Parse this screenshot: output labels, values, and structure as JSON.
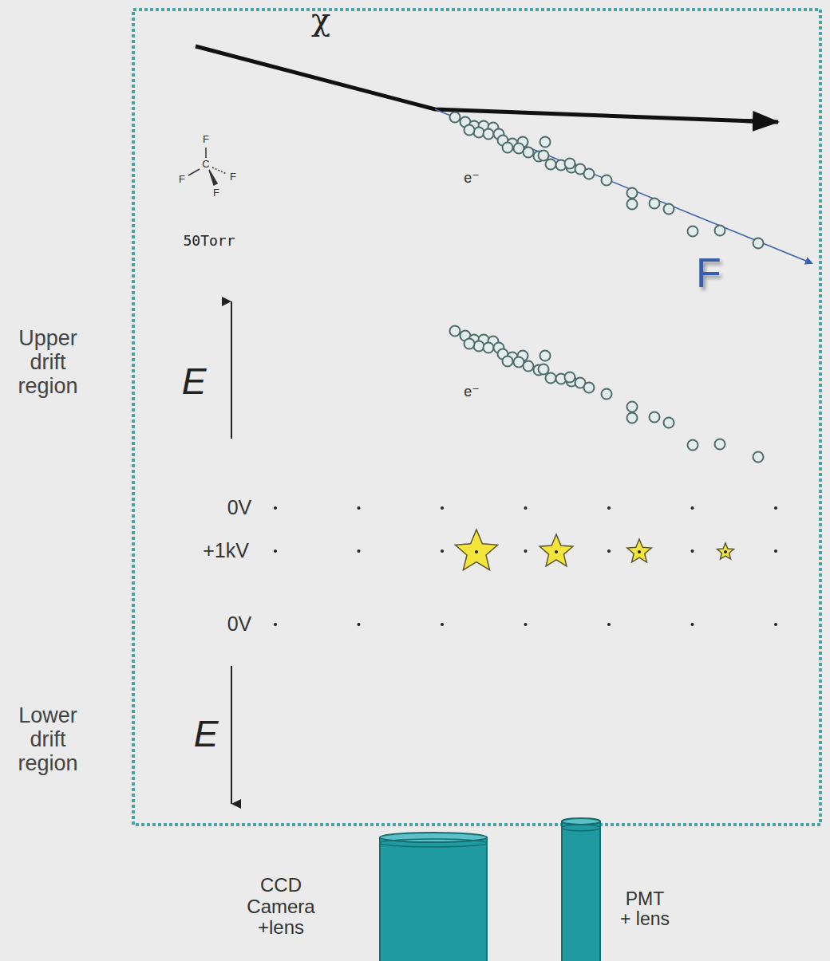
{
  "diagram": {
    "labels": [
      "χ",
      "F",
      "C",
      "F",
      "F",
      "F",
      "50Torr",
      "e⁻",
      "F",
      "Upper drift region",
      "E",
      "e⁻",
      "0V",
      "+1kV",
      "0V",
      "Lower drift region",
      "E",
      "CCD Camera +lens",
      "PMT + lens"
    ]
  }
}
